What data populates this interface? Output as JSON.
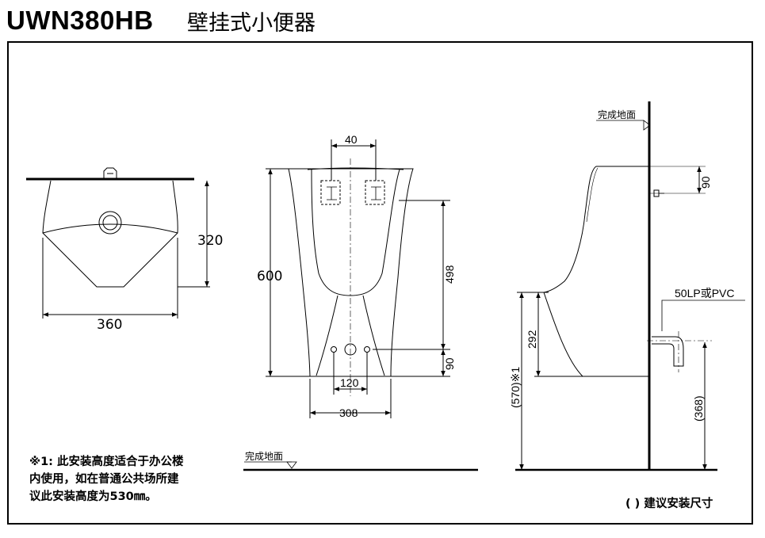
{
  "header": {
    "model": "UWN380HB",
    "name": "壁挂式小便器"
  },
  "top_view": {
    "width_label": "360",
    "depth_label": "320"
  },
  "front_view": {
    "height_label": "600",
    "inlet_spacing_label": "40",
    "rim_to_outlet_label": "498",
    "outlet_height_label": "90",
    "bolt_spacing_label": "120",
    "bottom_width_label": "308",
    "floor_label": "完成地面"
  },
  "side_view": {
    "floor_label": "完成地面",
    "inlet_offset_label": "90",
    "drain_label": "50LP或PVC",
    "lip_depth_label": "292",
    "rim_height_label": "(570)※1",
    "drain_height_label": "(368)"
  },
  "note": {
    "lines": [
      "※1: 此安装高度适合于办公楼",
      "内使用，如在普通公共场所建",
      "议此安装高度为530㎜。"
    ]
  },
  "legend": "( ) 建议安装尺寸"
}
